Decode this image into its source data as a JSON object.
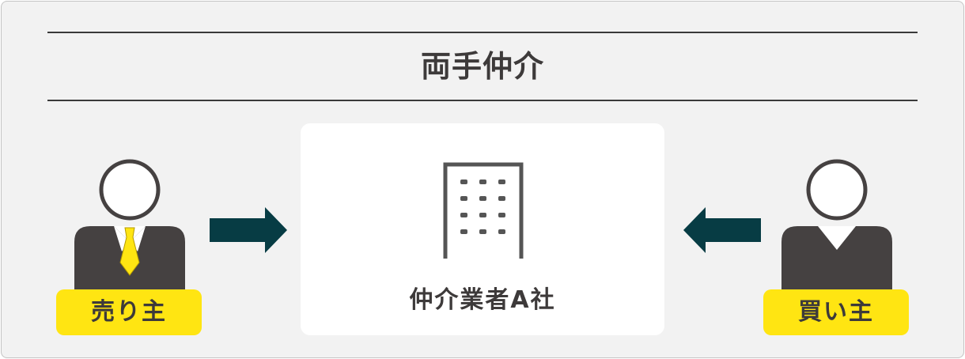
{
  "title": "両手仲介",
  "seller": {
    "label": "売り主"
  },
  "buyer": {
    "label": "買い主"
  },
  "agency": {
    "label": "仲介業者A社"
  },
  "colors": {
    "background": "#f2f2f2",
    "text": "#3d3a3a",
    "tag": "#ffe512",
    "suit": "#454141",
    "tie": "#ffe512",
    "arrow": "#073c44",
    "card": "#ffffff"
  },
  "icons": [
    "businessman-icon",
    "person-icon",
    "building-icon",
    "arrow-right-icon",
    "arrow-left-icon"
  ]
}
